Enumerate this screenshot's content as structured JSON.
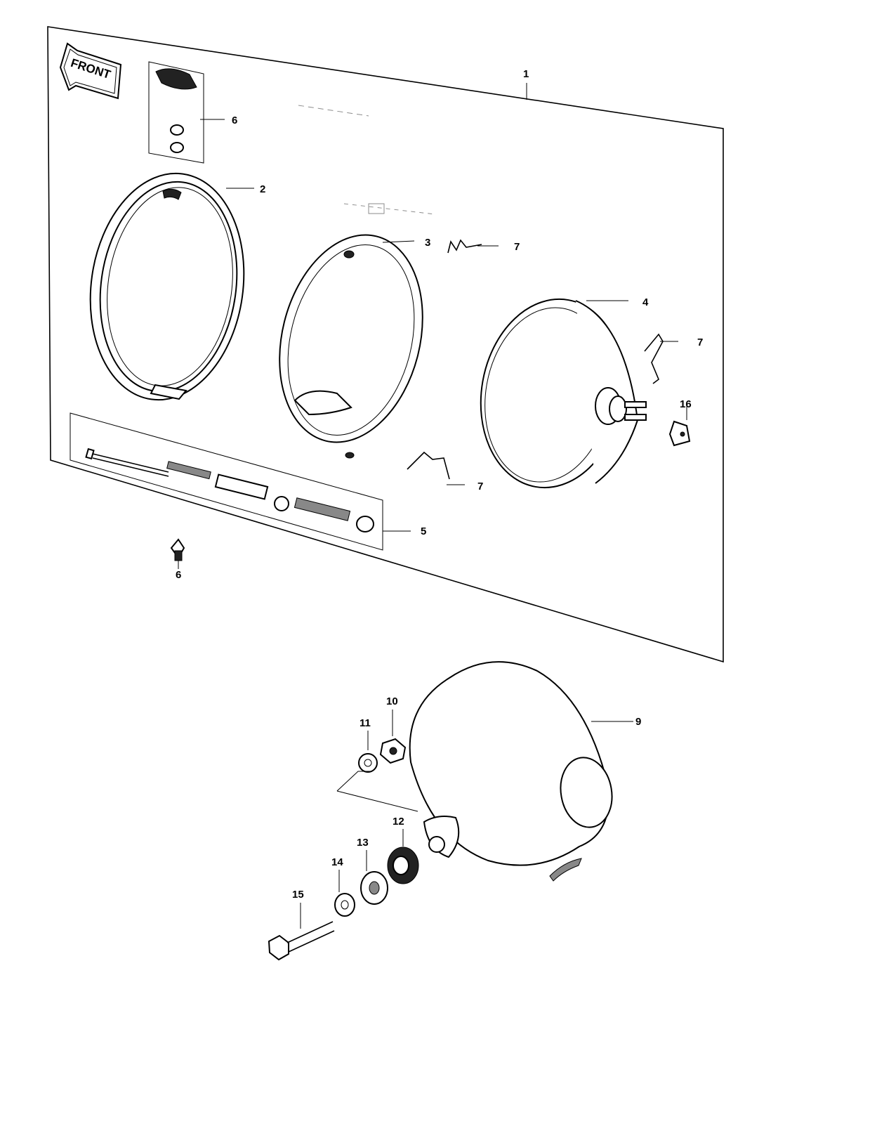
{
  "front_label": "FRONT",
  "callouts": {
    "c1": "1",
    "c2": "2",
    "c3": "3",
    "c4": "4",
    "c5": "5",
    "c6a": "6",
    "c6b": "6",
    "c7a": "7",
    "c7b": "7",
    "c7c": "7",
    "c9": "9",
    "c10": "10",
    "c11": "11",
    "c12": "12",
    "c13": "13",
    "c14": "14",
    "c15": "15",
    "c16": "16"
  }
}
